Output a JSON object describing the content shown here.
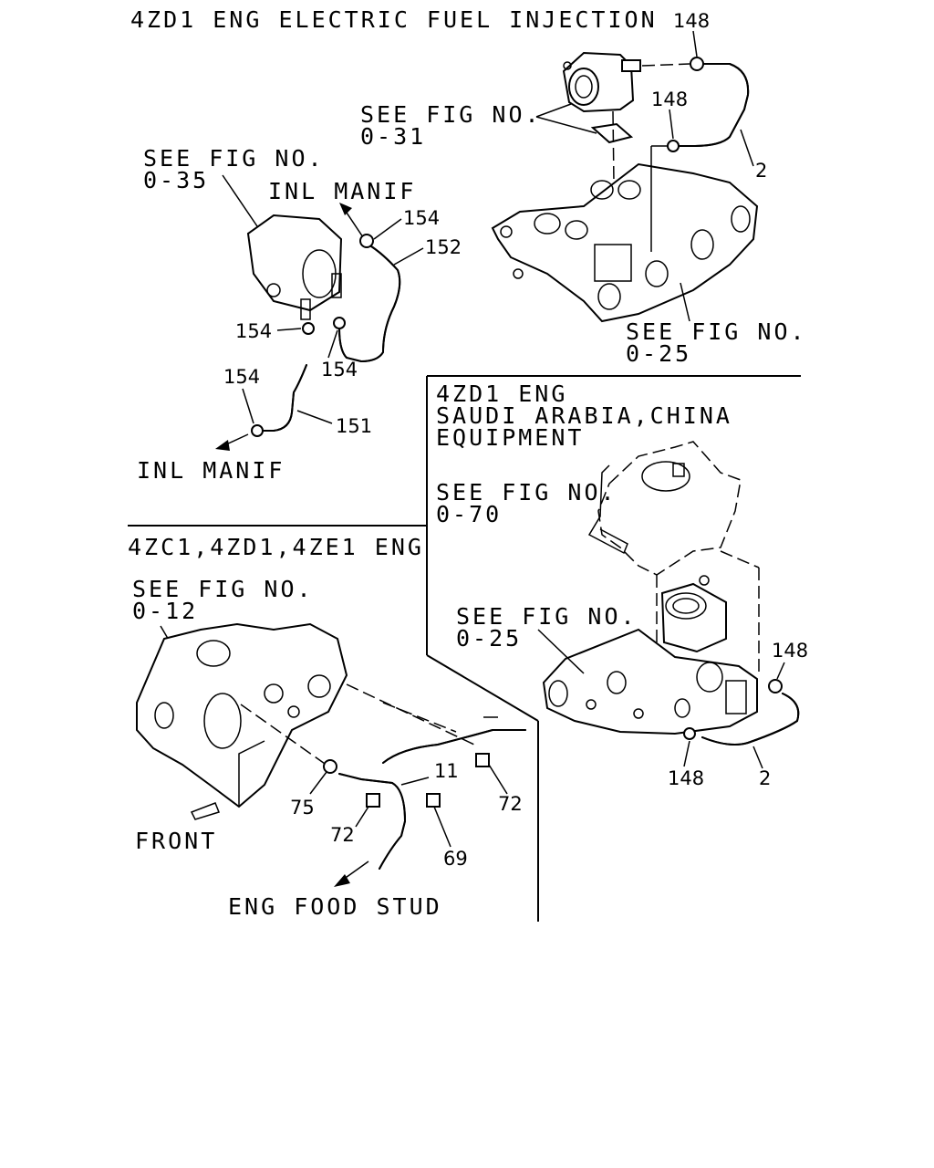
{
  "title": "4ZD1 ENG ELECTRIC FUEL INJECTION",
  "sections": {
    "top": {
      "see_fig_031_line1": "SEE FIG NO.",
      "see_fig_031_line2": "0-31",
      "see_fig_035_line1": "SEE FIG NO.",
      "see_fig_035_line2": "0-35",
      "inl_manif_upper": "INL MANIF",
      "inl_manif_lower": "INL MANIF",
      "see_fig_025_line1": "SEE FIG NO.",
      "see_fig_025_line2": "0-25",
      "callouts": [
        "148",
        "148",
        "2",
        "154",
        "152",
        "154",
        "154",
        "154",
        "151"
      ]
    },
    "saudi_china": {
      "heading_line1": "4ZD1 ENG",
      "heading_line2": "SAUDI ARABIA,CHINA",
      "heading_line3": "EQUIPMENT",
      "see_fig_070_line1": "SEE FIG NO.",
      "see_fig_070_line2": "0-70",
      "see_fig_025_line1": "SEE FIG NO.",
      "see_fig_025_line2": "0-25",
      "callouts": [
        "148",
        "148",
        "2"
      ]
    },
    "lower_left": {
      "heading": "4ZC1,4ZD1,4ZE1 ENG",
      "see_fig_012_line1": "SEE FIG NO.",
      "see_fig_012_line2": "0-12",
      "front": "FRONT",
      "eng_food_stud": "ENG FOOD STUD",
      "callouts": [
        "11",
        "72",
        "75",
        "72",
        "69"
      ]
    }
  }
}
